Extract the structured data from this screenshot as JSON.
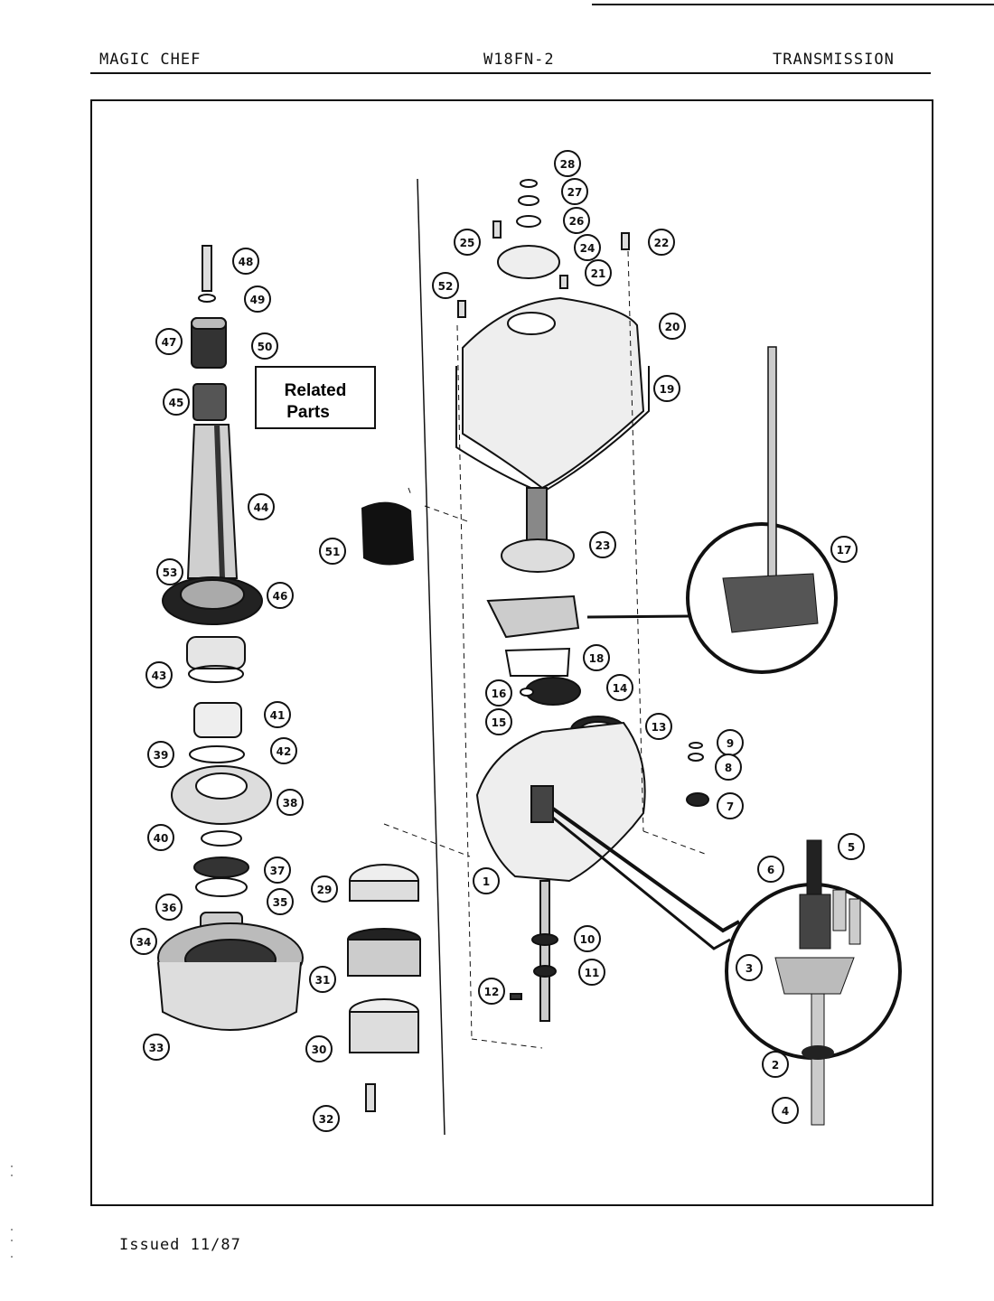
{
  "header": {
    "left": "MAGIC CHEF",
    "center": "W18FN-2",
    "right": "TRANSMISSION"
  },
  "footer": {
    "issued": "Issued 11/87"
  },
  "related_parts_box": {
    "line1": "Related",
    "line2": "Parts"
  },
  "callouts": [
    "28",
    "27",
    "26",
    "25",
    "24",
    "22",
    "21",
    "52",
    "20",
    "19",
    "48",
    "49",
    "47",
    "50",
    "45",
    "44",
    "51",
    "23",
    "17",
    "53",
    "46",
    "43",
    "18",
    "16",
    "14",
    "41",
    "15",
    "13",
    "9",
    "42",
    "39",
    "8",
    "38",
    "7",
    "5",
    "40",
    "1",
    "6",
    "37",
    "29",
    "35",
    "36",
    "34",
    "10",
    "3",
    "31",
    "11",
    "12",
    "33",
    "30",
    "2",
    "32",
    "4"
  ]
}
